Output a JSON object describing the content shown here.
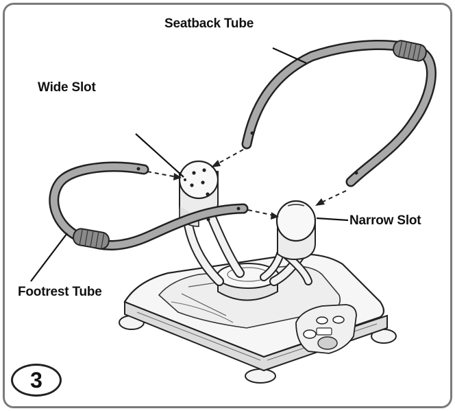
{
  "labels": {
    "seatback_tube": "Seatback Tube",
    "wide_slot": "Wide Slot",
    "narrow_slot": "Narrow Slot",
    "footrest_tube": "Footrest Tube"
  },
  "step_number": "3",
  "colors": {
    "tube_fill": "#a9a9a9",
    "outline": "#222222",
    "frame_border": "#7a7a7a",
    "base_fill": "#f2f2f2"
  }
}
